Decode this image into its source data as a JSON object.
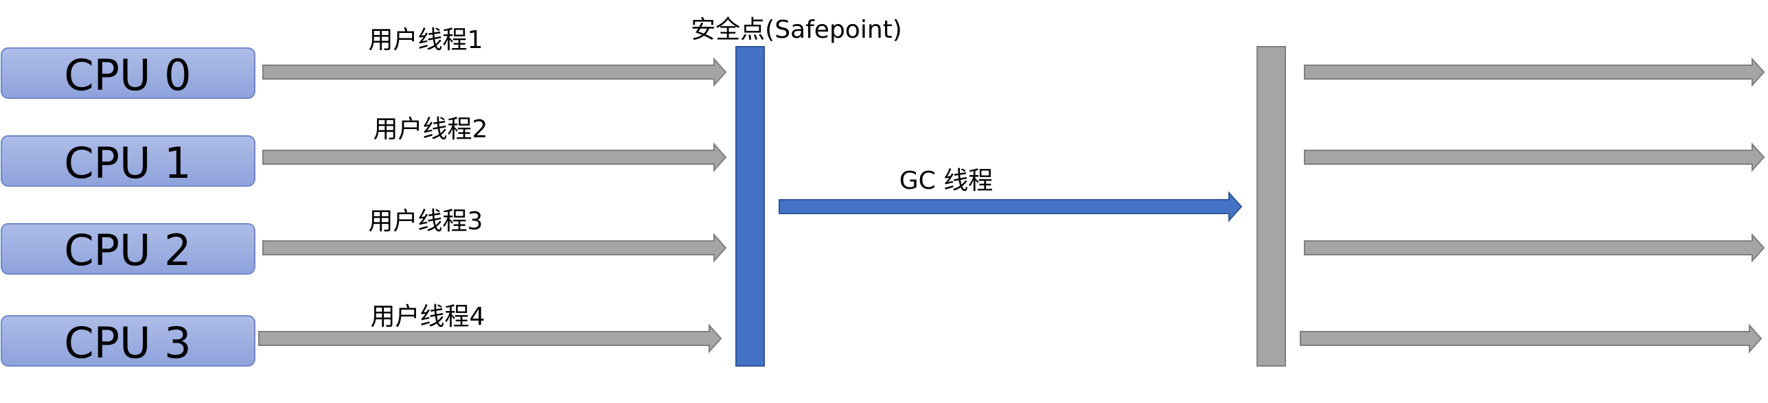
{
  "cpus": [
    {
      "label": "CPU 0",
      "thread": "用户线程1"
    },
    {
      "label": "CPU 1",
      "thread": "用户线程2"
    },
    {
      "label": "CPU 2",
      "thread": "用户线程3"
    },
    {
      "label": "CPU 3",
      "thread": "用户线程4"
    }
  ],
  "safepoint": {
    "label": "安全点(Safepoint)"
  },
  "gc": {
    "label": "GC 线程"
  },
  "colors": {
    "cpu_box_top": "#aebde8",
    "cpu_box_bottom": "#8ea2db",
    "cpu_box_stroke": "#6f86c9",
    "arrow_fill": "#a5a5a5",
    "arrow_stroke": "#7f7f7f",
    "safepoint_fill": "#4472c4",
    "safepoint_stroke": "#2f5597",
    "gc_arrow_fill": "#4472c4",
    "gc_arrow_stroke": "#2f5597",
    "resume_bar_fill": "#a5a5a5",
    "resume_bar_stroke": "#7f7f7f"
  }
}
